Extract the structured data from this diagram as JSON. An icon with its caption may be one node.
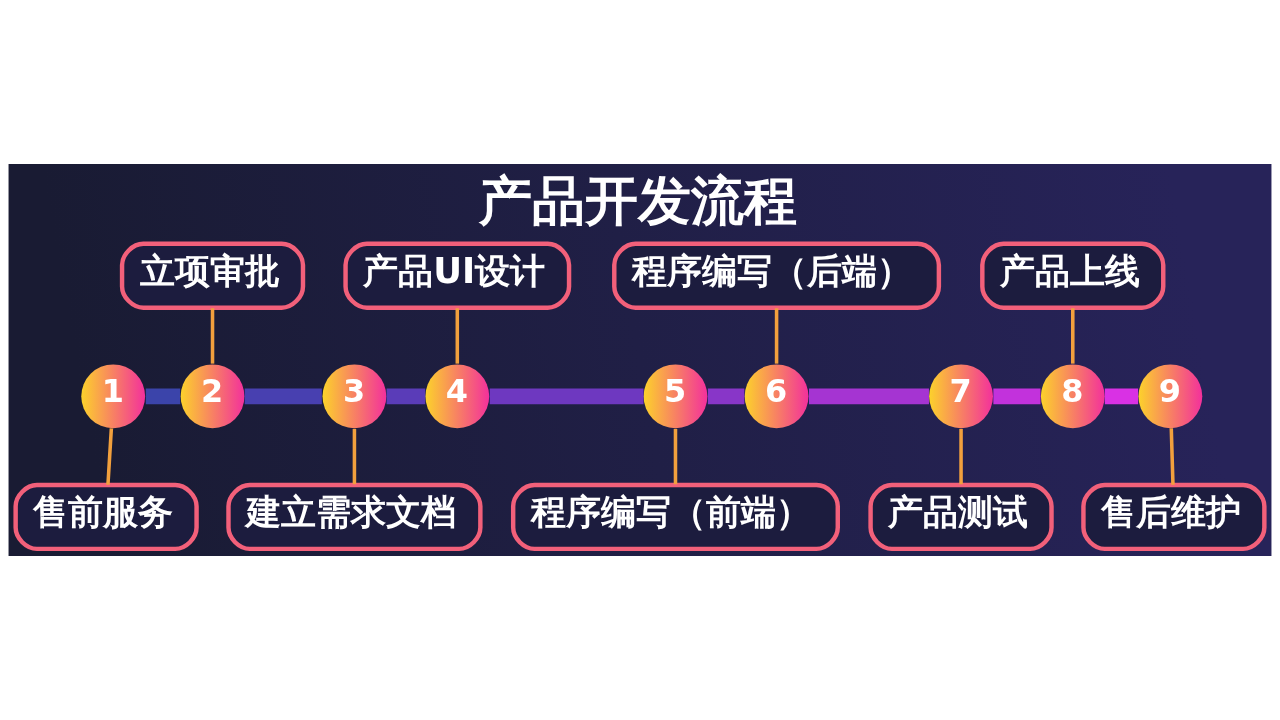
{
  "diagram": {
    "title": "产品开发流程",
    "nodes": [
      {
        "text": [
          "1"
        ]
      },
      {
        "text": [
          "2"
        ]
      },
      {
        "text": [
          "3"
        ]
      },
      {
        "text": [
          "4"
        ]
      },
      {
        "text": [
          "5"
        ]
      },
      {
        "text": [
          "6"
        ]
      },
      {
        "text": [
          "7"
        ]
      },
      {
        "text": [
          "8"
        ]
      },
      {
        "text": [
          "9"
        ]
      },
      {
        "text": [
          "售前服务"
        ]
      },
      {
        "text": [
          "立项审批"
        ]
      },
      {
        "text": [
          "建立需求文档"
        ]
      },
      {
        "text": [
          "产品UI设计"
        ]
      },
      {
        "text": [
          "程序编写（前端）"
        ]
      },
      {
        "text": [
          "程序编写（后端）"
        ]
      },
      {
        "text": [
          "产品测试"
        ]
      },
      {
        "text": [
          "产品上线"
        ]
      },
      {
        "text": [
          "售后维护"
        ]
      }
    ],
    "edges": [
      {
        "from": 0,
        "to": 1,
        "arrow": "none",
        "style": "thick",
        "color": "#3b44aa"
      },
      {
        "from": 1,
        "to": 2,
        "arrow": "none",
        "style": "thick",
        "color": "#4840b0"
      },
      {
        "from": 2,
        "to": 3,
        "arrow": "none",
        "style": "thick",
        "color": "#5a3cb8"
      },
      {
        "from": 3,
        "to": 4,
        "arrow": "none",
        "style": "thick",
        "color": "#6e38c0"
      },
      {
        "from": 4,
        "to": 5,
        "arrow": "none",
        "style": "thick",
        "color": "#8836c8"
      },
      {
        "from": 5,
        "to": 6,
        "arrow": "none",
        "style": "thick",
        "color": "#a534d2"
      },
      {
        "from": 6,
        "to": 7,
        "arrow": "none",
        "style": "thick",
        "color": "#c232dc"
      },
      {
        "from": 7,
        "to": 8,
        "arrow": "none",
        "style": "thick",
        "color": "#d931e4"
      },
      {
        "from": 0,
        "to": 9,
        "arrow": "none"
      },
      {
        "from": 10,
        "to": 1,
        "arrow": "none"
      },
      {
        "from": 2,
        "to": 11,
        "arrow": "none"
      },
      {
        "from": 12,
        "to": 3,
        "arrow": "none"
      },
      {
        "from": 4,
        "to": 13,
        "arrow": "none"
      },
      {
        "from": 14,
        "to": 5,
        "arrow": "none"
      },
      {
        "from": 6,
        "to": 15,
        "arrow": "none"
      },
      {
        "from": 16,
        "to": 7,
        "arrow": "none"
      },
      {
        "from": 8,
        "to": 17,
        "arrow": "none"
      }
    ]
  }
}
